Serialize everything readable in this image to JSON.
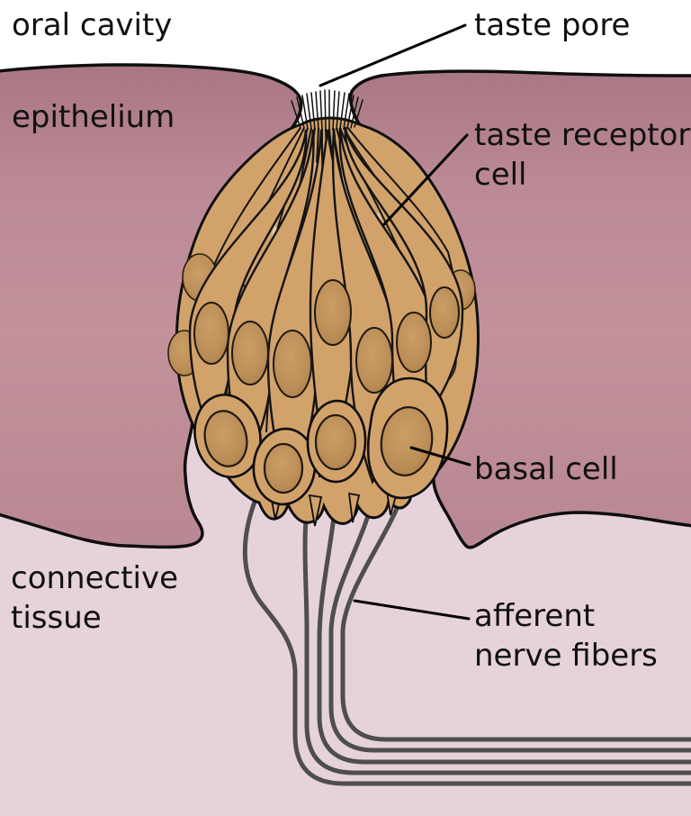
{
  "title": "Taste bud anatomy diagram",
  "labels": {
    "oral_cavity": "oral cavity",
    "epithelium": "epithelium",
    "taste_pore": "taste pore",
    "taste_receptor_cell_line1": "taste receptor",
    "taste_receptor_cell_line2": "cell",
    "basal_cell": "basal cell",
    "connective_tissue_line1": "connective",
    "connective_tissue_line2": "tissue",
    "afferent_nerve_fibers_line1": "afferent",
    "afferent_nerve_fibers_line2": "nerve fibers"
  },
  "colors": {
    "oral_cavity": "#FFFFFF",
    "epithelium": "#BE8D99",
    "epithelium_dark": "#A87683",
    "connective_tissue": "#E5D2DA",
    "cell_body": "#D2A26B",
    "cell_light": "#E4C9AB",
    "nucleus": "#BC8E58",
    "nerve_fiber": "#4E4E4E",
    "outline": "#0E0E0E",
    "label_text": "#111111"
  },
  "structures": [
    "oral cavity",
    "taste pore",
    "epithelium",
    "taste receptor cell",
    "basal cell",
    "connective tissue",
    "afferent nerve fibers",
    "microvilli"
  ]
}
